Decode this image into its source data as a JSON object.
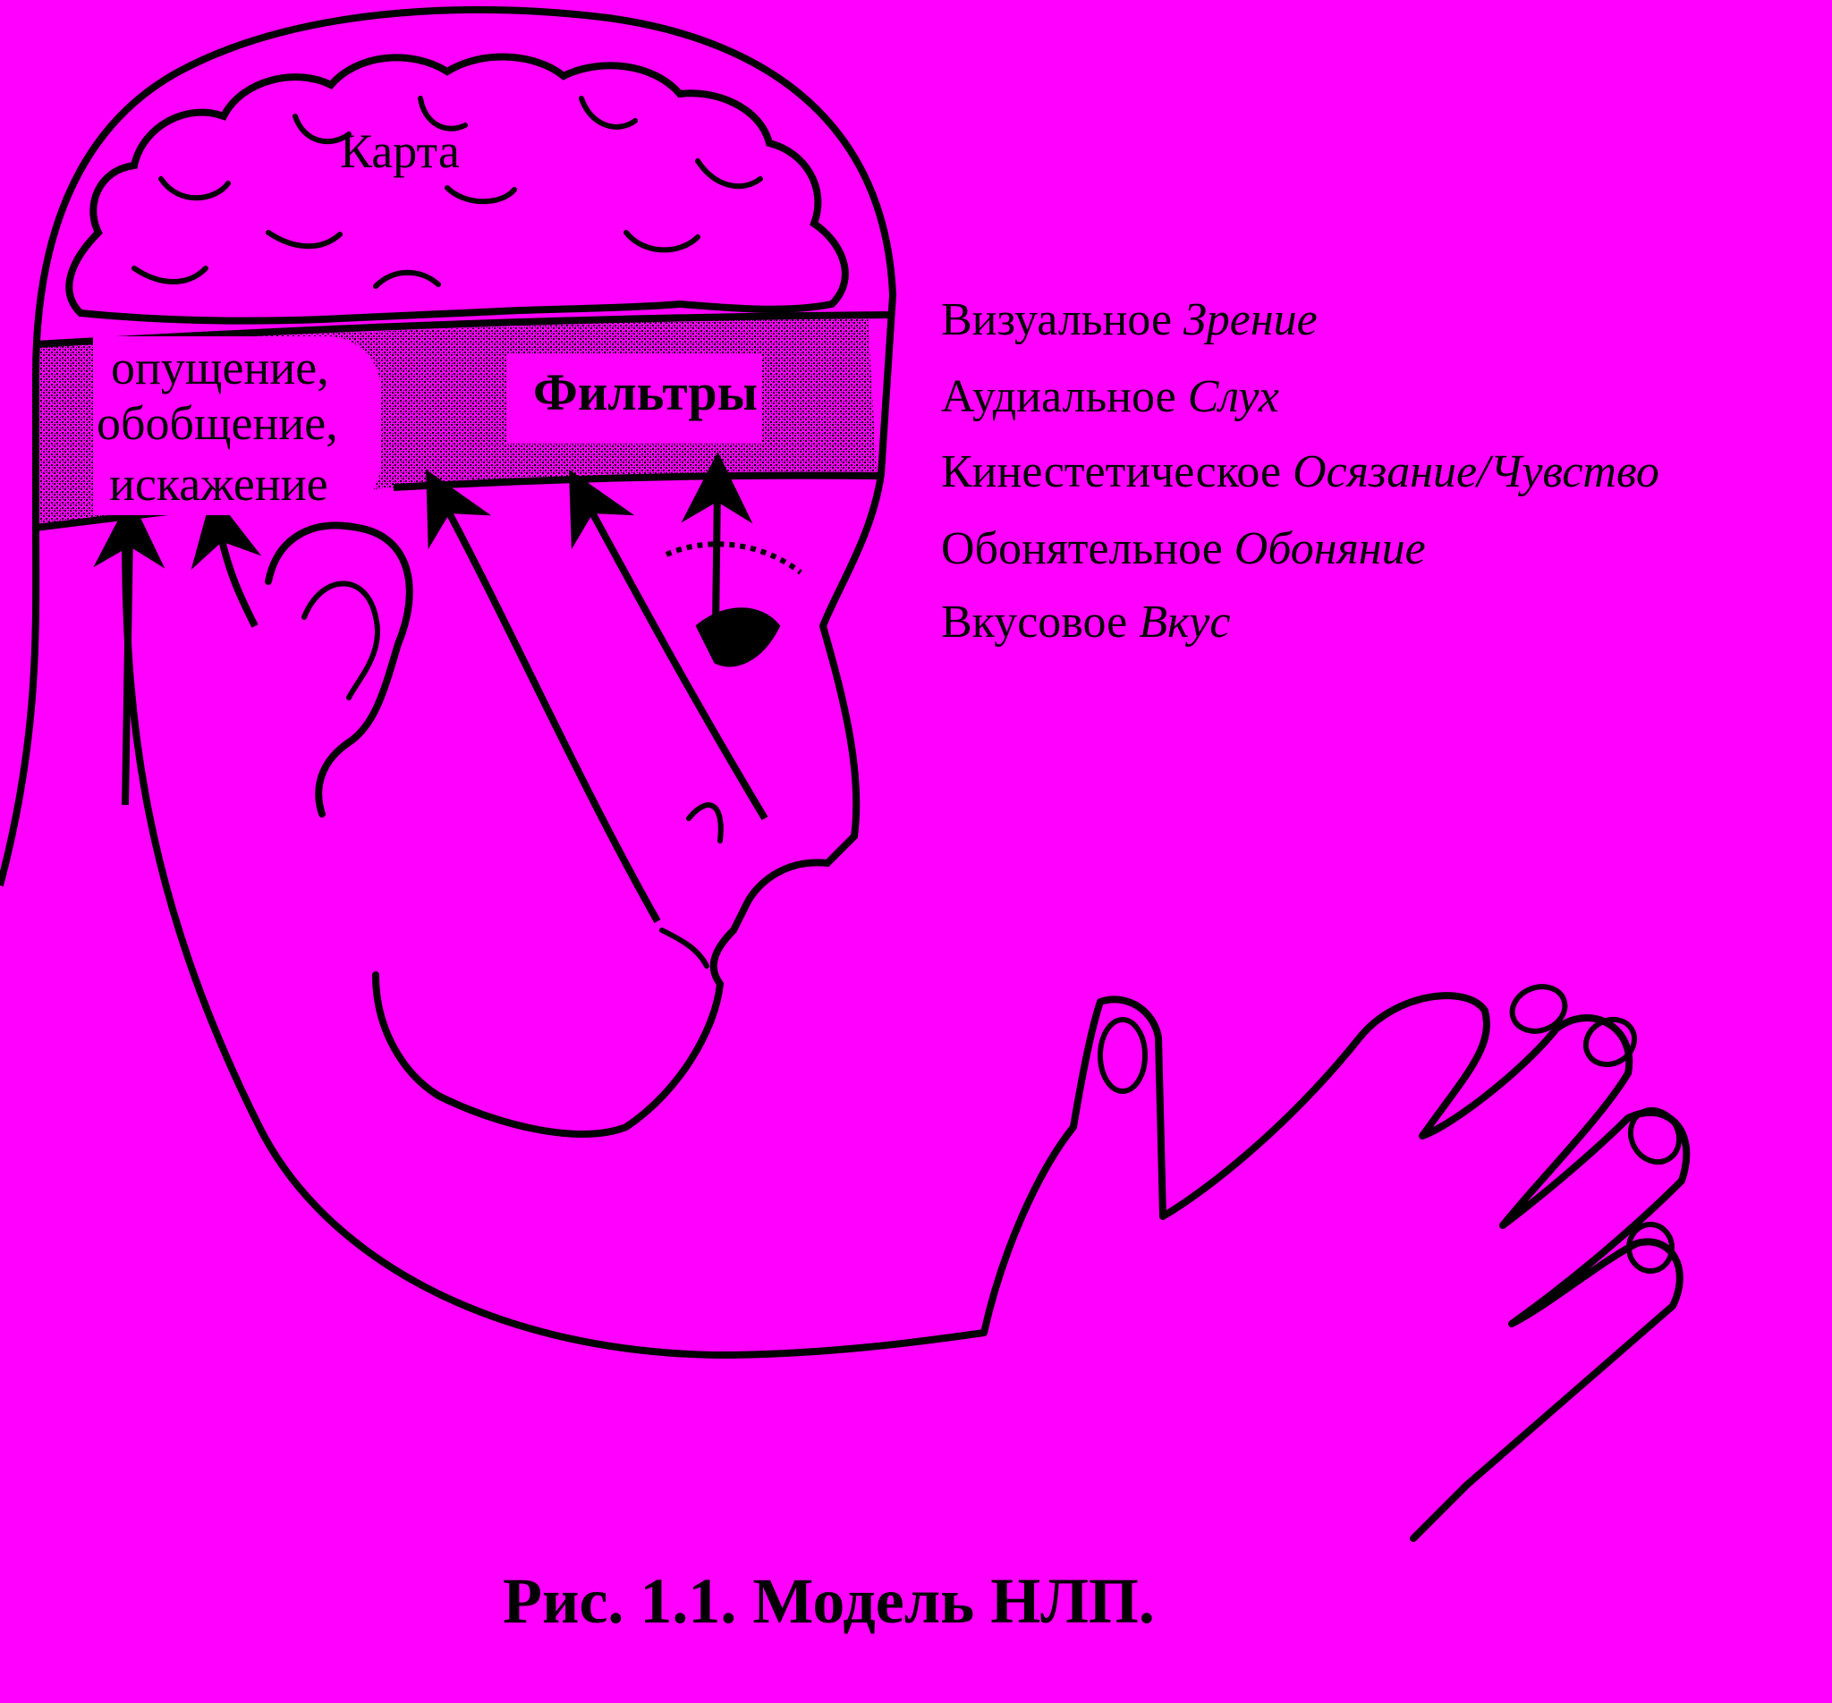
{
  "labels": {
    "map": "Карта",
    "filters": "Фильтры",
    "processes": [
      "опущение,",
      "обобщение,",
      "искажение"
    ]
  },
  "senses": [
    {
      "system": "Визуальное",
      "sense": "Зрение"
    },
    {
      "system": "Аудиальное",
      "sense": "Слух"
    },
    {
      "system": "Кинестетическое",
      "sense": "Осязание/Чувство"
    },
    {
      "system": "Обонятельное",
      "sense": "Обоняние"
    },
    {
      "system": "Вкусовое",
      "sense": "Вкус"
    }
  ],
  "caption": "Рис. 1.1. Модель НЛП.",
  "colors": {
    "background": "#FF00FF",
    "ink": "#000000"
  }
}
